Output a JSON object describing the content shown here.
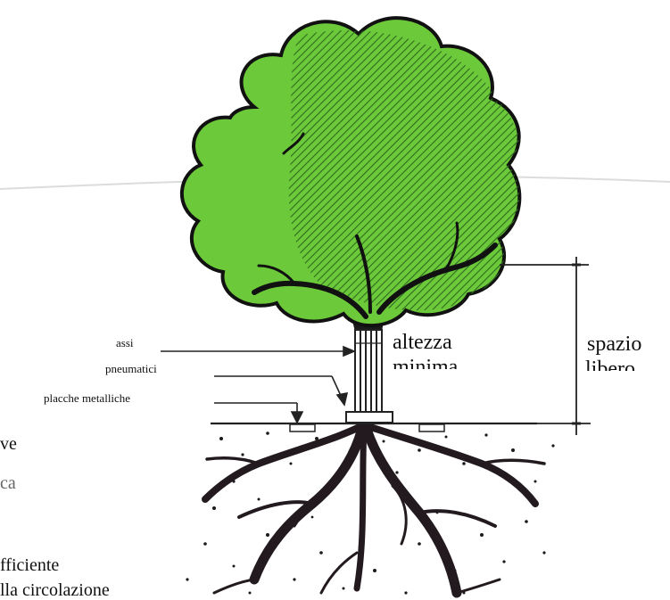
{
  "labels": {
    "assi": "assi",
    "pneumatici": "pneumatici",
    "placche": "placche metalliche",
    "altezza": "altezza",
    "minima": "minima",
    "spazio": "spazio",
    "libero": "libero"
  },
  "side_text": {
    "line1": "ve",
    "line2": "ca",
    "line3": "fficiente",
    "line4": "lla circolazione"
  },
  "colors": {
    "foliage": "#6cc93a",
    "foliage_outline": "#111111",
    "hatch": "#2f6a20",
    "trunk": "#1a1a1a",
    "roots": "#221a1f",
    "ground": "#222222"
  }
}
